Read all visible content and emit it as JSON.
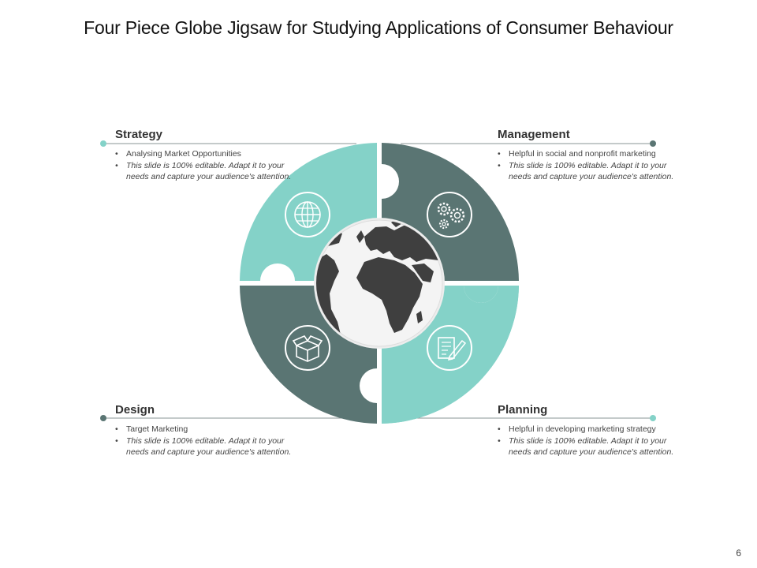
{
  "title": "Four Piece Globe Jigsaw for Studying Applications of Consumer Behaviour",
  "colors": {
    "teal_light": "#84D2C8",
    "teal_dark": "#5A7573",
    "globe": "#3F3F3F",
    "globe_bg": "#EDEDED",
    "line": "#8A9594"
  },
  "quadrants": [
    {
      "key": "strategy",
      "heading": "Strategy",
      "icon": "globe-icon",
      "fill": "teal_light",
      "bullets": [
        "Analysing Market Opportunities",
        "This slide is 100% editable. Adapt it to your needs and capture your audience's attention."
      ]
    },
    {
      "key": "management",
      "heading": "Management",
      "icon": "gears-icon",
      "fill": "teal_dark",
      "bullets": [
        "Helpful in social and nonprofit marketing",
        "This slide is 100% editable. Adapt it to your needs and capture your audience's attention."
      ]
    },
    {
      "key": "design",
      "heading": "Design",
      "icon": "box-icon",
      "fill": "teal_dark",
      "bullets": [
        "Target Marketing",
        "This slide is 100% editable. Adapt it to your needs and capture your audience's attention."
      ]
    },
    {
      "key": "planning",
      "heading": "Planning",
      "icon": "notepad-pen-icon",
      "fill": "teal_light",
      "bullets": [
        "Helpful in developing marketing strategy",
        "This slide is 100% editable. Adapt it to your needs and capture your audience's attention."
      ]
    }
  ],
  "page_number": "6"
}
